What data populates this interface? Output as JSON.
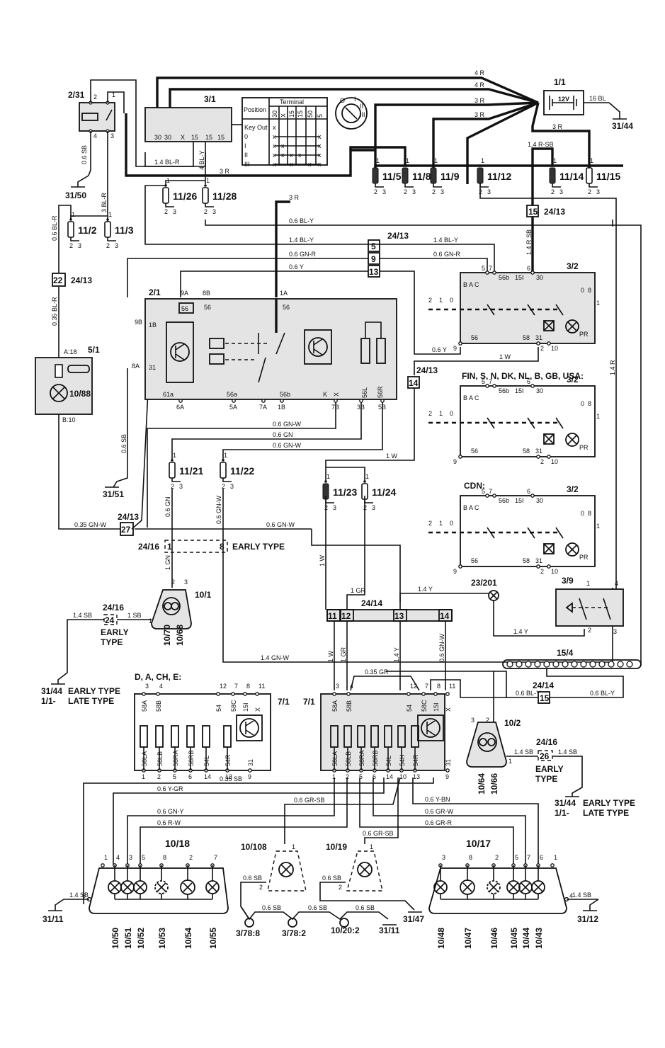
{
  "diagram": {
    "title": "Exterior lights wiring diagram",
    "battery": {
      "id": "1/1",
      "voltage": "12V",
      "ground_wire": "16 BL",
      "ground": "31/44"
    },
    "ignition_switch": {
      "id": "3/1",
      "table_header_position": "Position",
      "table_header_terminal": "Terminal",
      "terminals": [
        "30",
        "X",
        "15",
        "15",
        "50",
        "5"
      ],
      "positions": [
        "Key Out",
        "0",
        "I",
        "II",
        "III"
      ],
      "key_positions": [
        "O",
        "I",
        "II",
        "III"
      ],
      "pins": [
        "30",
        "30",
        "X",
        "15",
        "15",
        "15"
      ],
      "wire_out": "1.4 BL-R",
      "wire_out2": "4 BL-Y"
    },
    "relay": {
      "id": "2/31",
      "pins": [
        "2",
        "1",
        "4",
        "3"
      ],
      "wire_ground": "0.6 SB",
      "ground": "31/50",
      "wire_out": "3 BL-R"
    },
    "feed_wires": [
      "4 R",
      "4 R",
      "3 R",
      "3 R",
      "3 R",
      "3 R",
      "3 R"
    ],
    "fuses_top": [
      {
        "id": "11/5"
      },
      {
        "id": "11/8"
      },
      {
        "id": "11/9"
      },
      {
        "id": "11/12"
      },
      {
        "id": "11/14"
      },
      {
        "id": "11/15"
      }
    ],
    "fuses_mid": [
      {
        "id": "11/26"
      },
      {
        "id": "11/28"
      },
      {
        "id": "11/2"
      },
      {
        "id": "11/3"
      }
    ],
    "fuse_pins": {
      "in": "1",
      "out_a": "2",
      "out_b": "3"
    },
    "wire_r_sb": "1.4 R-SB",
    "connector_24_13": {
      "id": "24/13",
      "pins": [
        "15",
        "5",
        "9",
        "13",
        "14",
        "22",
        "27"
      ]
    },
    "wires_top": {
      "bl_y_06": "0.6 BL-Y",
      "bl_y_14": "1.4 BL-Y",
      "gn_r": "0.6 GN-R",
      "y_06": "0.6 Y",
      "bl_r_06": "0.6 BL-R",
      "bl_r_035": "0.35 BL-R",
      "r_sb_14": "1.4 R SB",
      "r_14": "1.4 R",
      "w_1": "1 W",
      "r_3": "3 R"
    },
    "module_2_1": {
      "id": "2/1",
      "top_pins": [
        "9A",
        "8B",
        "1A"
      ],
      "inner_top": [
        "56",
        "56",
        "56"
      ],
      "left_pins": [
        "9B",
        "8A"
      ],
      "left_inner": [
        "1B",
        "31"
      ],
      "bottom_inner": [
        "61a",
        "56a",
        "56b",
        "K",
        "X",
        "56L",
        "56R"
      ],
      "bottom_pins": [
        "6A",
        "5A",
        "7A",
        "1B",
        "7B",
        "3B",
        "5B"
      ]
    },
    "instrument": {
      "id": "5/1",
      "pin_top": "A:18",
      "pin_bottom": "B:10",
      "lamp": "10/88"
    },
    "ground_31_51": {
      "id": "31/51",
      "wire": "0.6 SB"
    },
    "light_switch_main": {
      "id": "3/2",
      "pins_top": [
        "5",
        "7",
        "6"
      ],
      "inner": [
        "56b",
        "15I",
        "30"
      ],
      "labels_bac": "B A C",
      "positions": [
        "2",
        "1",
        "0"
      ],
      "right_pins": [
        "0",
        "8",
        "1"
      ],
      "bottom_inner": [
        "56",
        "58",
        "31"
      ],
      "bottom_pins": [
        "9",
        "2",
        "10"
      ],
      "lamp": "PR"
    },
    "light_switch_variant1": {
      "label": "FIN, S, N, DK, NL, B, GB, USA:",
      "id": "3/2"
    },
    "light_switch_variant2": {
      "label": "CDN:",
      "id": "3/2"
    },
    "mid_wires": {
      "gn_w_06a": "0.6 GN-W",
      "gn_06": "0.6 GN",
      "gn_w_06b": "0.6 GN-W",
      "gn_w_035": "0.35 GN-W",
      "gn_w_06c": "0.6 GN-W",
      "gn_v": "0.6 GN",
      "gn_w_v": "0.6 GN-W",
      "gn_1": "1 GN",
      "w_1v": "1 W",
      "gr_1": "1 GR",
      "y_14": "1.4 Y",
      "gn_w_14": "1.4 GN-W",
      "sb_14": "1.4 SB",
      "sb_1": "1 SB"
    },
    "fuses_low": [
      {
        "id": "11/21"
      },
      {
        "id": "11/22"
      },
      {
        "id": "11/23"
      },
      {
        "id": "11/24"
      }
    ],
    "connector_24_16": {
      "id": "24/16",
      "pins": [
        "1",
        "8"
      ],
      "note": "EARLY TYPE",
      "pin_24": "24",
      "pin_26": "26"
    },
    "headlamp_left": {
      "id": "10/1",
      "pins": [
        "2",
        "3",
        "1"
      ],
      "bulbs": [
        "10/70",
        "10/68"
      ]
    },
    "headlamp_right": {
      "id": "10/2",
      "pins": [
        "3",
        "2",
        "1"
      ],
      "bulbs": [
        "10/64",
        "10/66"
      ]
    },
    "ground_early_late": {
      "line1_id": "31/44",
      "line1": "EARLY TYPE",
      "line2_id": "1/1-",
      "line2": "LATE TYPE"
    },
    "early_type": "EARLY TYPE",
    "early": "EARLY",
    "type": "TYPE",
    "connector_24_14": {
      "id": "24/14",
      "pins": [
        "11",
        "12",
        "13",
        "14",
        "15"
      ],
      "wire": "0.6 BL-Y"
    },
    "flasher_23_201": {
      "id": "23/201"
    },
    "hazard_switch": {
      "id": "3/9",
      "pins": [
        "1",
        "4",
        "2",
        "3"
      ]
    },
    "bus_15_4": {
      "id": "15/4"
    },
    "bulb_module_variant": {
      "label": "D, A, CH, E:",
      "id": "7/1"
    },
    "bulb_module": {
      "id": "7/1",
      "top_pins": [
        "3",
        "4",
        "12",
        "7",
        "8",
        "11"
      ],
      "top_inner": [
        "58A",
        "58B",
        "54",
        "58C",
        "15I",
        "X"
      ],
      "bottom_inner": [
        "58LA",
        "58LB",
        "58RA",
        "58RB",
        "54L",
        "54R",
        "31"
      ],
      "bottom_pins": [
        "1",
        "2",
        "5",
        "6",
        "14",
        "13",
        "9"
      ],
      "bottom_pins_main": [
        "1",
        "2",
        "5",
        "6",
        "14",
        "10",
        "13",
        "9"
      ],
      "bottom_inner_main": [
        "58LA",
        "58LB",
        "58RA",
        "58RB",
        "54L",
        "54H",
        "54R",
        "31"
      ]
    },
    "low_wires": {
      "sb_035": "0.35 SB",
      "y_gr": "0.6 Y-GR",
      "gr_sb": "0.6 GR-SB",
      "gn_y": "0.6 GN-Y",
      "r_w": "0.6 R-W",
      "y_bn": "0.6 Y-BN",
      "gr_w": "0.6 GR-W",
      "gr_r": "0.6 GR-R",
      "gr_035": "0.35 GR",
      "gr_sb2": "0.6 GR-SB",
      "sb_06": "0.6 SB",
      "sb_14": "1.4 SB"
    },
    "rear_left": {
      "id": "10/18",
      "pins": [
        "1",
        "4",
        "3",
        "5",
        "8",
        "2",
        "7",
        "6"
      ],
      "bulbs": [
        "10/50",
        "10/51",
        "10/52",
        "10/53",
        "10/54",
        "10/55"
      ],
      "ground": "31/11"
    },
    "plate_left": {
      "id": "10/108",
      "pins": [
        "1",
        "2"
      ]
    },
    "plate_right": {
      "id": "10/19",
      "pins": [
        "1",
        "2"
      ]
    },
    "rear_right": {
      "id": "10/17",
      "pins": [
        "3",
        "8",
        "2",
        "5",
        "7",
        "6",
        "1",
        "4"
      ],
      "bulbs": [
        "10/48",
        "10/47",
        "10/46",
        "10/45",
        "10/44",
        "10/43"
      ],
      "ground": "31/12"
    },
    "bottom_connectors": [
      "3/78:8",
      "3/78:2",
      "10/20:2"
    ],
    "bottom_grounds": [
      "31/11",
      "31/47"
    ]
  }
}
